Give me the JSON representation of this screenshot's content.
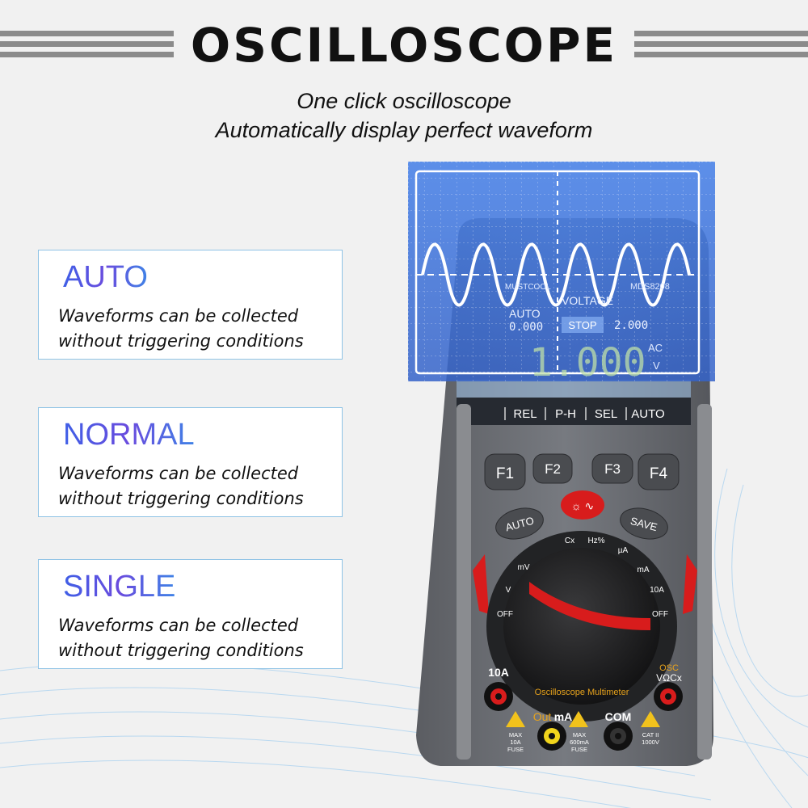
{
  "header": {
    "title": "OSCILLOSCOPE",
    "subtitle_line1": "One click oscilloscope",
    "subtitle_line2": "Automatically display perfect waveform"
  },
  "modes": [
    {
      "title": "AUTO",
      "desc_line1": "Waveforms can be collected",
      "desc_line2": "without triggering conditions"
    },
    {
      "title": "NORMAL",
      "desc_line1": "Waveforms can be collected",
      "desc_line2": "without triggering conditions"
    },
    {
      "title": "SINGLE",
      "desc_line1": "Waveforms can be collected",
      "desc_line2": "without triggering conditions"
    }
  ],
  "device": {
    "brand": "MUSTCOOL",
    "model": "MDS8208",
    "screen": {
      "mode_label": "VOLTAGE",
      "trigger_label": "AUTO",
      "left_value": "0.000",
      "stop_label": "STOP",
      "right_value": "2.000",
      "main_reading": "1.000",
      "unit_type": "AC",
      "unit": "V",
      "softkeys": [
        "REL",
        "P-H",
        "SEL",
        "AUTO"
      ]
    },
    "buttons": {
      "f1": "F1",
      "f2": "F2",
      "f3": "F3",
      "f4": "F4",
      "auto": "AUTO",
      "save": "SAVE"
    },
    "dial": {
      "cx": "Cx",
      "hz": "Hz%",
      "ua": "µA",
      "ma": "mA",
      "mv": "mV",
      "v": "V",
      "a10": "10A",
      "off_left": "OFF",
      "off_right": "OFF",
      "arc_text": "Oscilloscope Multimeter"
    },
    "terminals": {
      "a10": "10A",
      "osc": "OSC",
      "vocx": "VΩCx",
      "out": "Out",
      "ma": "mA",
      "com": "COM",
      "fuse_left": [
        "MAX",
        "10A",
        "FUSE"
      ],
      "fuse_mid": [
        "MAX",
        "600mA",
        "FUSE"
      ],
      "cat": [
        "CAT II",
        "1000V"
      ]
    }
  },
  "colors": {
    "accent_blue": "#3f5fe6",
    "accent_purple": "#6a4cde",
    "device_body": "#6e7075",
    "highlight_red": "#d81c1c",
    "screen_overlay": "#3b6fd8"
  }
}
